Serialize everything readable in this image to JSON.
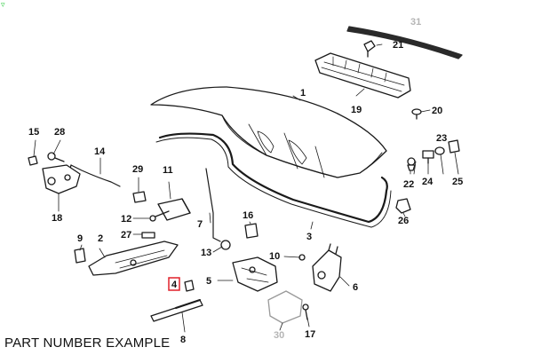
{
  "corner_icon": "filter-icon",
  "highlight_color": "#e0202a",
  "callouts": {
    "c1": "1",
    "c2": "2",
    "c3": "3",
    "c4": "4",
    "c5": "5",
    "c6": "6",
    "c7": "7",
    "c8": "8",
    "c9": "9",
    "c10": "10",
    "c11": "11",
    "c12": "12",
    "c13": "13",
    "c14": "14",
    "c15": "15",
    "c16": "16",
    "c17": "17",
    "c18": "18",
    "c19": "19",
    "c20": "20",
    "c21": "21",
    "c22": "22",
    "c23": "23",
    "c24": "24",
    "c25": "25",
    "c26": "26",
    "c27": "27",
    "c28": "28",
    "c29": "29",
    "c30": "30",
    "c31": "31"
  },
  "caption": "PART NUMBER EXAMPLE"
}
